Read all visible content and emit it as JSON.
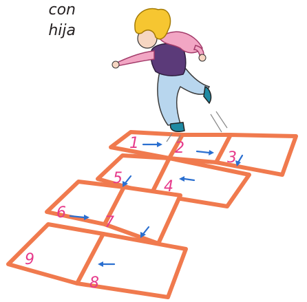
{
  "caption": {
    "line1": "con",
    "line2": "hija"
  },
  "hopscotch": {
    "squares": [
      "1",
      "2",
      "3",
      "4",
      "5",
      "6",
      "7",
      "8",
      "9"
    ]
  },
  "colors": {
    "grid": "#f07a4e",
    "numbers": "#e6398a",
    "arrows": "#2a6fd0",
    "jacket": "#f2a6c4",
    "shirt": "#5b3a79",
    "pants": "#b8d6ee",
    "hair": "#f6c631",
    "shoes": "#1f8aa3"
  }
}
